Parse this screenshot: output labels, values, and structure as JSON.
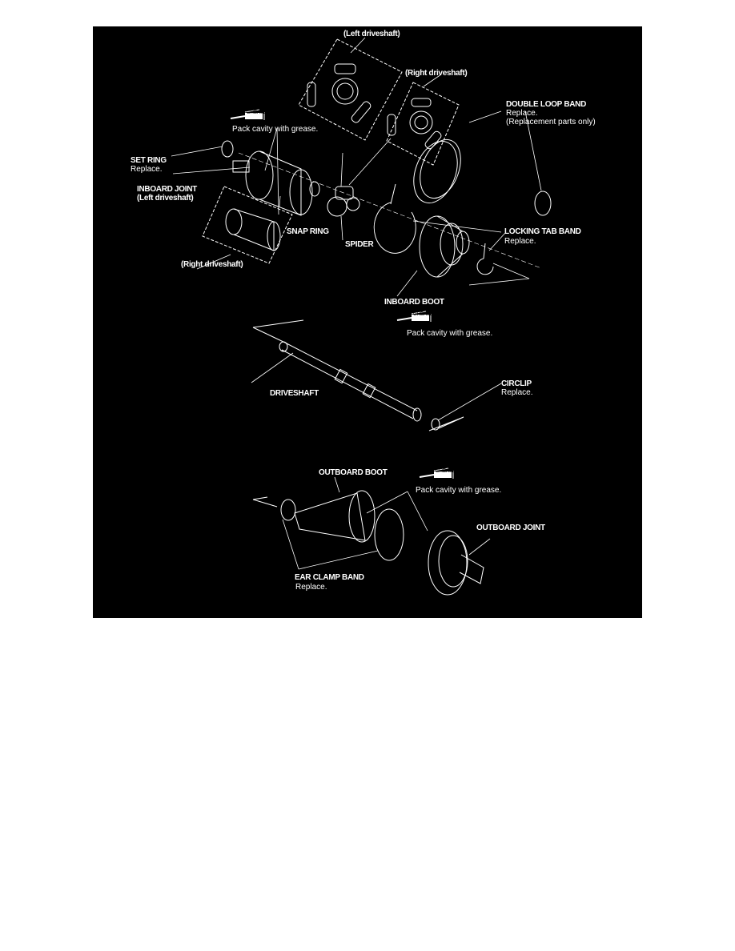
{
  "colors": {
    "background": "#000000",
    "line": "#ffffff",
    "page": "#ffffff"
  },
  "labels": {
    "left_driveshaft_top": "(Left driveshaft)",
    "right_driveshaft_top": "(Right driveshaft)",
    "double_loop_band": {
      "title": "DOUBLE LOOP BAND",
      "note1": "Replace.",
      "note2": "(Replacement parts only)"
    },
    "set_ring": {
      "title": "SET RING",
      "note": "Replace."
    },
    "inboard_joint": {
      "title": "INBOARD JOINT",
      "note": "(Left driveshaft)"
    },
    "snap_ring": "SNAP RING",
    "spider": "SPIDER",
    "locking_tab_band": {
      "title": "LOCKING TAB BAND",
      "note": "Replace."
    },
    "right_driveshaft_bottom": "(Right driveshaft)",
    "inboard_boot": "INBOARD BOOT",
    "driveshaft": "DRIVESHAFT",
    "circlip": {
      "title": "CIRCLIP",
      "note": "Replace."
    },
    "outboard_boot": "OUTBOARD BOOT",
    "outboard_joint": "OUTBOARD JOINT",
    "ear_clamp_band": {
      "title": "EAR CLAMP BAND",
      "note": "Replace."
    }
  },
  "grease": {
    "icon_text": "GREASE",
    "instruction": "Pack cavity with grease.",
    "icon": "grease-gun-icon"
  }
}
